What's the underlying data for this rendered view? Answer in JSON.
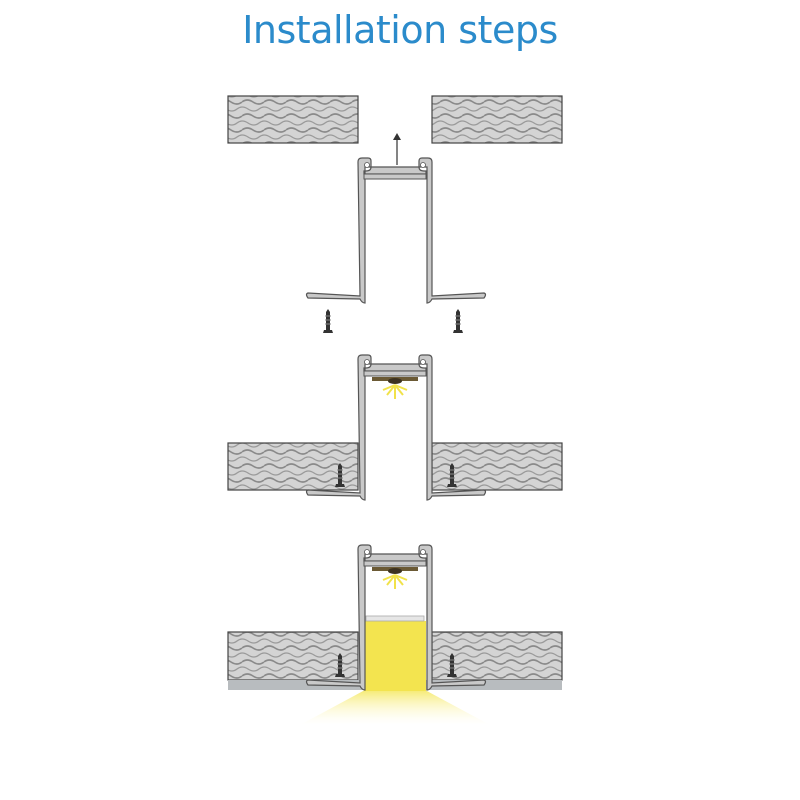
{
  "title": "Installation steps",
  "steps": [
    {
      "name": "step-1-insert-profile",
      "arrow": "up"
    },
    {
      "name": "step-2-fixed-with-screws",
      "led": true
    },
    {
      "name": "step-3-plastered-with-diffuser",
      "light_color": "#f3e44f"
    }
  ],
  "colors": {
    "title": "#2b8bcb",
    "profile": "#c9c9c9",
    "outline": "#555555",
    "board": "#cfcfcf",
    "plaster": "#b8bcbf",
    "light": "#f3e44f"
  }
}
